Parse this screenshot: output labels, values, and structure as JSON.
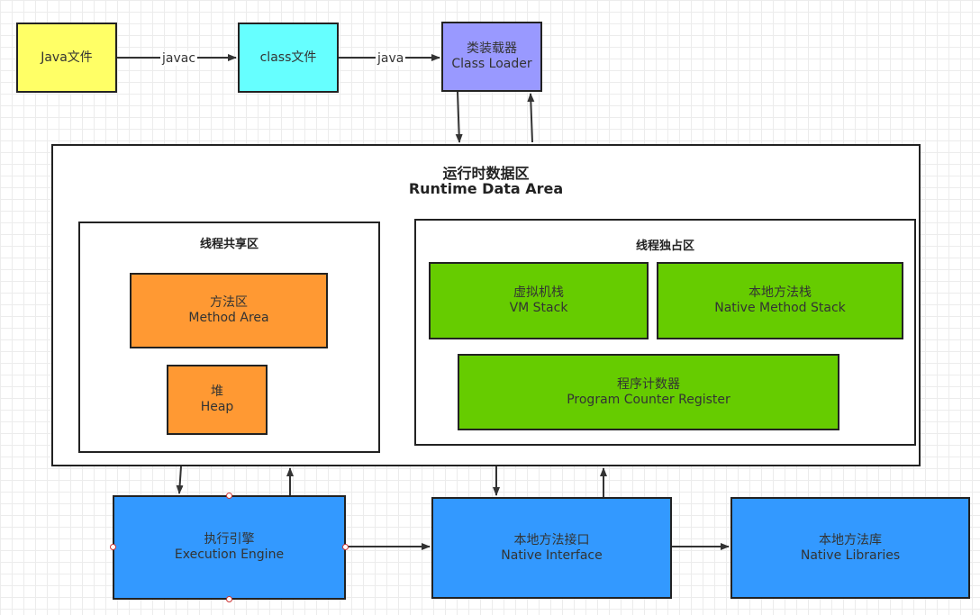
{
  "top_flow": {
    "java_file": "Java文件",
    "class_file": "class文件",
    "class_loader_cn": "类装载器",
    "class_loader_en": "Class Loader",
    "edge_javac": "javac",
    "edge_java": "java"
  },
  "runtime": {
    "title_cn": "运行时数据区",
    "title_en": "Runtime Data Area",
    "shared": {
      "title": "线程共享区",
      "method_area_cn": "方法区",
      "method_area_en": "Method Area",
      "heap_cn": "堆",
      "heap_en": "Heap"
    },
    "private": {
      "title": "线程独占区",
      "vm_stack_cn": "虚拟机栈",
      "vm_stack_en": "VM Stack",
      "native_stack_cn": "本地方法栈",
      "native_stack_en": "Native Method Stack",
      "pc_cn": "程序计数器",
      "pc_en": "Program Counter Register"
    }
  },
  "bottom": {
    "engine_cn": "执行引擎",
    "engine_en": "Execution Engine",
    "native_if_cn": "本地方法接口",
    "native_if_en": "Native Interface",
    "native_lib_cn": "本地方法库",
    "native_lib_en": "Native Libraries"
  },
  "colors": {
    "java_file": "#ffff66",
    "class_file": "#66ffff",
    "class_loader": "#9999ff",
    "shared_boxes": "#ff9933",
    "private_boxes": "#66cc00",
    "bottom_boxes": "#3399ff"
  }
}
